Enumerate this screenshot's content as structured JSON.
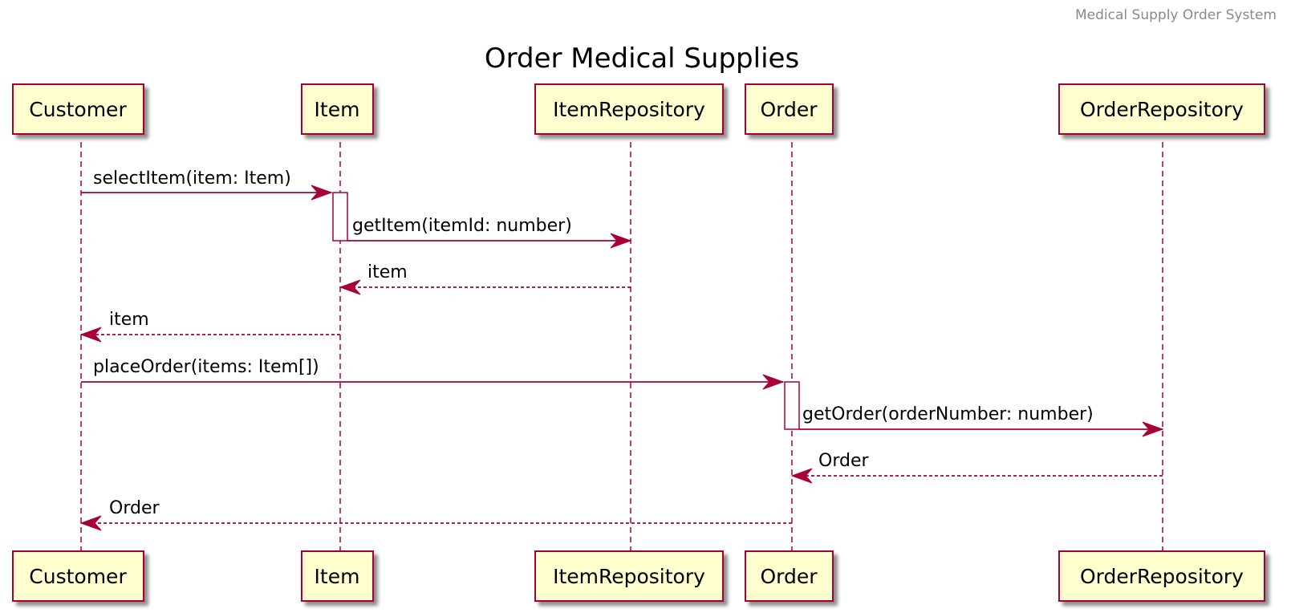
{
  "header": "Medical Supply Order System",
  "title": "Order Medical Supplies",
  "participants": [
    {
      "label": "Customer"
    },
    {
      "label": "Item"
    },
    {
      "label": "ItemRepository"
    },
    {
      "label": "Order"
    },
    {
      "label": "OrderRepository"
    }
  ],
  "messages": [
    {
      "from": 0,
      "to": 1,
      "label": "selectItem(item: Item)",
      "kind": "sync"
    },
    {
      "from": 1,
      "to": 2,
      "label": "getItem(itemId: number)",
      "kind": "sync"
    },
    {
      "from": 2,
      "to": 1,
      "label": "item",
      "kind": "return"
    },
    {
      "from": 1,
      "to": 0,
      "label": "item",
      "kind": "return"
    },
    {
      "from": 0,
      "to": 3,
      "label": "placeOrder(items: Item[])",
      "kind": "sync"
    },
    {
      "from": 3,
      "to": 4,
      "label": "getOrder(orderNumber: number)",
      "kind": "sync"
    },
    {
      "from": 4,
      "to": 3,
      "label": "Order",
      "kind": "return"
    },
    {
      "from": 3,
      "to": 0,
      "label": "Order",
      "kind": "return"
    }
  ],
  "colors": {
    "accent": "#a80036",
    "participant_fill": "#fefece",
    "header_text": "#8a8a8a"
  }
}
